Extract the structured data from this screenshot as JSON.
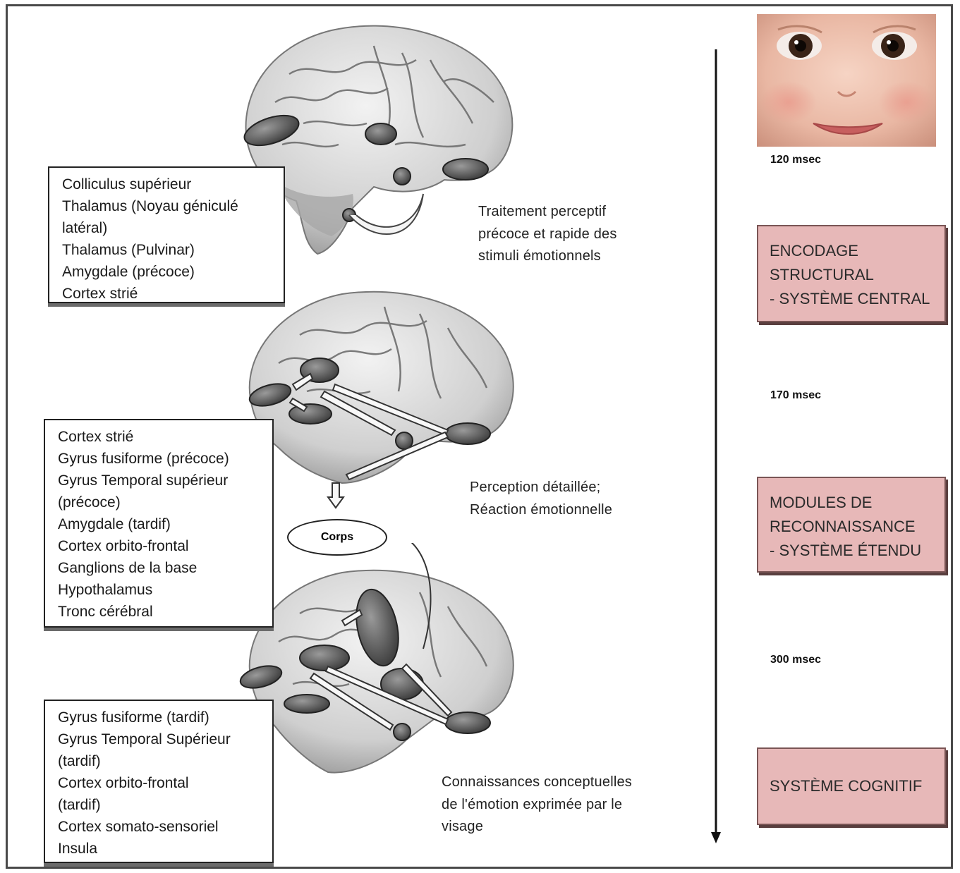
{
  "boxes": {
    "early": [
      "Colliculus supérieur",
      "Thalamus (Noyau géniculé",
      "latéral)",
      "Thalamus (Pulvinar)",
      "Amygdale (précoce)",
      "Cortex strié"
    ],
    "mid": [
      "Cortex strié",
      "Gyrus fusiforme (précoce)",
      "Gyrus Temporal supérieur",
      "(précoce)",
      "Amygdale (tardif)",
      "Cortex orbito-frontal",
      "Ganglions de la base",
      "Hypothalamus",
      "Tronc cérébral"
    ],
    "late": [
      "Gyrus fusiforme (tardif)",
      "Gyrus Temporal Supérieur",
      "(tardif)",
      "Cortex orbito-frontal",
      "(tardif)",
      "Cortex somato-sensoriel",
      "Insula"
    ]
  },
  "descriptions": {
    "early": [
      "Traitement perceptif",
      "précoce et rapide des",
      "stimuli émotionnels"
    ],
    "mid": [
      "Perception détaillée;",
      "Réaction émotionnelle"
    ],
    "late": [
      "Connaissances conceptuelles",
      "de l'émotion exprimée par le",
      "visage"
    ]
  },
  "corps_label": "Corps",
  "times": {
    "t1": "120 msec",
    "t2": "170 msec",
    "t3": "300 msec"
  },
  "stages": {
    "s1": [
      "ENCODAGE",
      "STRUCTURAL",
      "- SYSTÈME CENTRAL"
    ],
    "s2": [
      "MODULES DE",
      "RECONNAISSANCE",
      "- SYSTÈME ÉTENDU"
    ],
    "s3": [
      "SYSTÈME COGNITIF"
    ]
  },
  "colors": {
    "stage_fill": "#e7b8b8",
    "brain_fill": "#d9d9d9",
    "region_fill": "#555555"
  }
}
